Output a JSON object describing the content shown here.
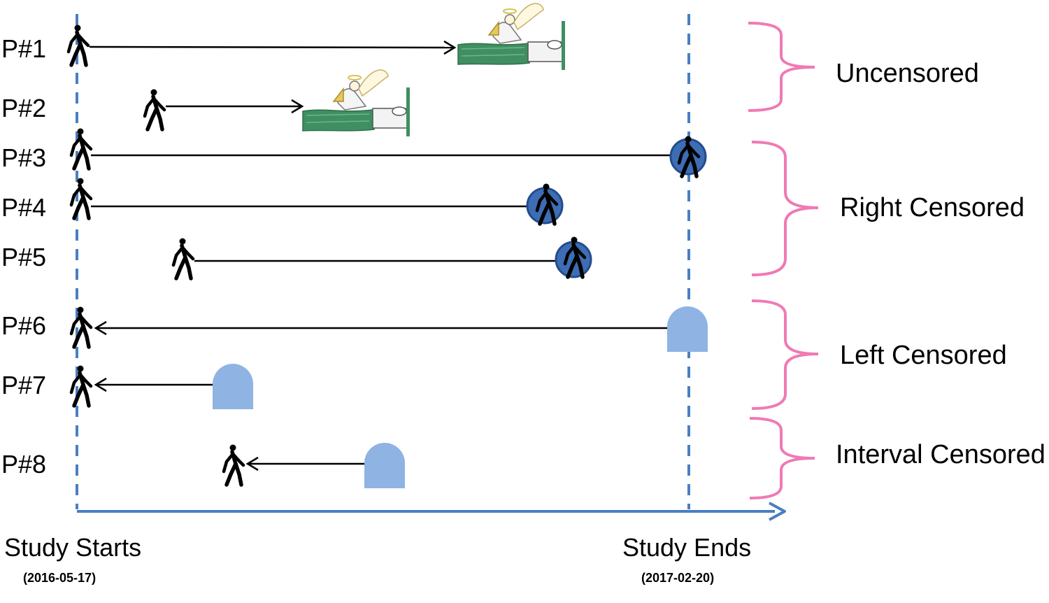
{
  "participants": [
    "P#1",
    "P#2",
    "P#3",
    "P#4",
    "P#5",
    "P#6",
    "P#7",
    "P#8"
  ],
  "groups": {
    "uncensored": "Uncensored",
    "right": "Right Censored",
    "left": "Left Censored",
    "interval": "Interval Censored"
  },
  "axis": {
    "start_label": "Study Starts",
    "start_date": "(2016-05-17)",
    "end_label": "Study Ends",
    "end_date": "(2017-02-20)"
  },
  "colors": {
    "dashed_line": "#4a7fc1",
    "axis": "#4a7fc1",
    "brace": "#f07ab4",
    "tombstone": "#8fb3e3",
    "circle": "#3d6db5",
    "bed_sheet": "#3f8f62",
    "figure": "#000000"
  },
  "icons": {
    "start": "walking-person-icon",
    "death": "angel-bed-icon",
    "censored_alive": "walking-person-circle-icon",
    "tombstone": "tombstone-icon"
  }
}
